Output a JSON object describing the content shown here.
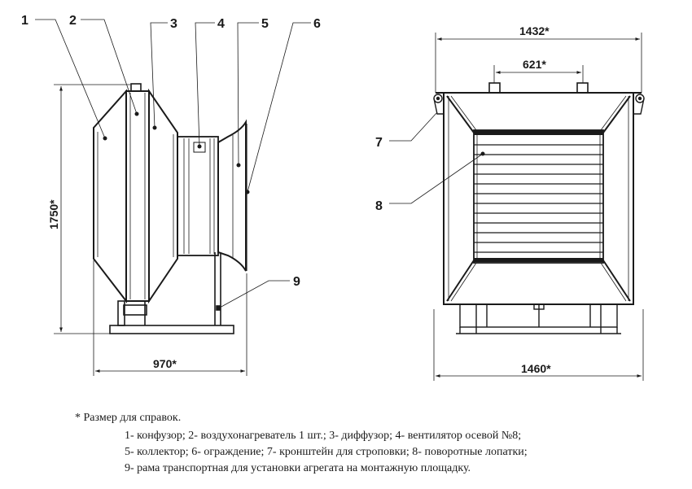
{
  "labels": {
    "n1": "1",
    "n2": "2",
    "n3": "3",
    "n4": "4",
    "n5": "5",
    "n6": "6",
    "n7": "7",
    "n8": "8",
    "n9": "9"
  },
  "dimensions": {
    "height": "1750*",
    "side_width": "970*",
    "top_width": "1432*",
    "hook_spacing": "621*",
    "bottom_width": "1460*"
  },
  "caption": {
    "note": "* Размер для справок.",
    "line1": "1- конфузор; 2- воздухонагреватель 1 шт.; 3- диффузор; 4- вентилятор осевой №8;",
    "line2": "5- коллектор; 6- ограждение; 7- кронштейн для строповки; 8- поворотные лопатки;",
    "line3": "9- рама транспортная для установки агрегата на монтажную площадку."
  },
  "colors": {
    "line": "#1a1a1a",
    "background": "#ffffff"
  }
}
